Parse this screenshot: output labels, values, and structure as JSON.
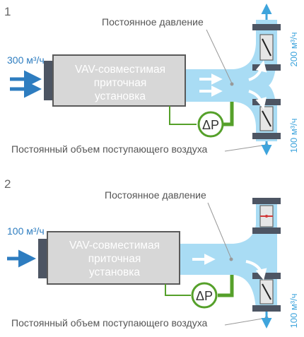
{
  "panels": [
    {
      "number": "1",
      "inlet_flow": "300 м³/ч",
      "unit_lines": [
        "VAV-совместимая",
        "приточная",
        "установка"
      ],
      "pressure_label": "Постоянное давление",
      "volume_label": "Постоянный объем поступающего воздуха",
      "sensor_label": "ΔP",
      "branch_top_flow": "200 м³/ч",
      "branch_bottom_flow": "100 м³/ч",
      "top_damper_state": "open",
      "bottom_damper_state": "open"
    },
    {
      "number": "2",
      "inlet_flow": "100 м³/ч",
      "unit_lines": [
        "VAV-совместимая",
        "приточная",
        "установка"
      ],
      "pressure_label": "Постоянное давление",
      "volume_label": "Постоянный объем поступающего воздуха",
      "sensor_label": "ΔP",
      "branch_bottom_flow": "100 м³/ч",
      "top_damper_state": "closed",
      "bottom_damper_state": "open"
    }
  ],
  "colors": {
    "duct": "#a9dcf4",
    "duct_edge": "#8ccbe9",
    "arrow_blue": "#2e7dc0",
    "label_blue": "#3ea4dc",
    "unit_fill": "#d7d7d7",
    "unit_edge": "#5a5a5a",
    "flange": "#4d5563",
    "sensor_line": "#55a02a",
    "closed_marker": "#d23a3a"
  }
}
